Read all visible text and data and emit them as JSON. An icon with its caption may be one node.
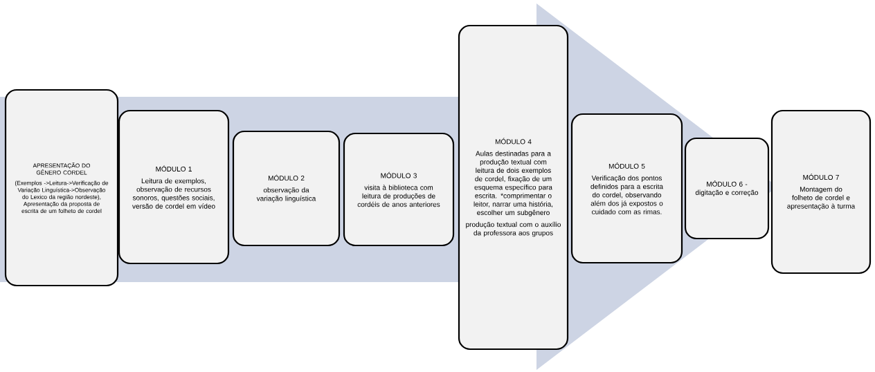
{
  "diagram": {
    "nodes": [
      {
        "text": [
          "APRESENTAÇÃO DO GÊNERO CORDEL",
          "(Exemplos ->Leitura->Verificação de Variação Linguística->Observação do Lexico da região nordeste), Apresentação da proposta de escrita de um folheto de cordel"
        ]
      },
      {
        "text": [
          "MÓDULO 1",
          "Leitura de exemplos, observação de recursos sonoros, questões sociais, versão de cordel em vídeo"
        ]
      },
      {
        "text": [
          "MÓDULO 2",
          "observação da variação linguística"
        ]
      },
      {
        "text": [
          "MÓDULO 3",
          "visita à biblioteca com leitura de produções de cordéis de anos anteriores"
        ]
      },
      {
        "text": [
          "MÓDULO 4",
          "Aulas destinadas para a produção textual com leitura de dois exemplos de cordel, fixação de um esquema específico para escrita. *comprimentar o leitor, narrar uma história, escolher um subgênero",
          "produção textual com o auxílio da professora aos grupos"
        ]
      },
      {
        "text": [
          "MÓDULO 5",
          "Verificação dos pontos definidos para a escrita do cordel, observando além dos já expostos o cuidado com as rimas."
        ]
      },
      {
        "text": [
          "MÓDULO 6 - digitação e correção"
        ]
      },
      {
        "text": [
          "MÓDULO 7",
          "Montagem do folheto de cordel e apresentação à turma"
        ]
      }
    ],
    "edges": [
      {
        "from": 0,
        "to": 7,
        "arrow": "to",
        "style": "thick"
      }
    ]
  }
}
